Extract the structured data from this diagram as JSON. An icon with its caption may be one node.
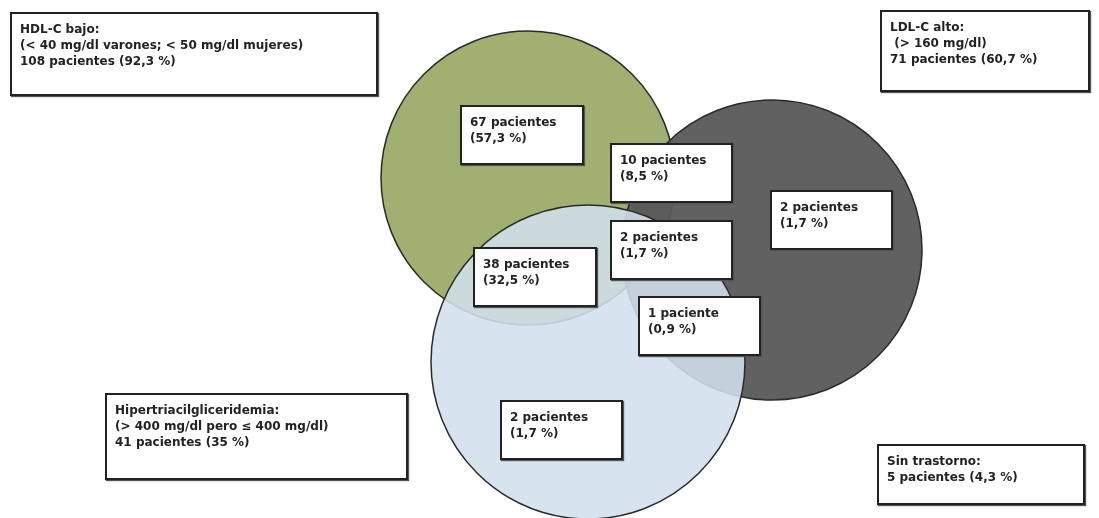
{
  "diagram": {
    "nodes": [
      {
        "text": [
          "HDL-C bajo:",
          "(< 40 mg/dl varones; < 50 mg/dl mujeres)",
          "108 pacientes (92,3 %)"
        ]
      },
      {
        "text": [
          "LDL-C alto:",
          " (> 160 mg/dl)",
          "71 pacientes (60,7 %)"
        ]
      },
      {
        "text": [
          "67 pacientes",
          "(57,3 %)"
        ]
      },
      {
        "text": [
          "10 pacientes",
          "(8,5 %)"
        ]
      },
      {
        "text": [
          "2 pacientes",
          "(1,7 %)"
        ]
      },
      {
        "text": [
          "2 pacientes",
          "(1,7 %)"
        ]
      },
      {
        "text": [
          "38 pacientes",
          "(32,5 %)"
        ]
      },
      {
        "text": [
          "1 paciente",
          "(0,9 %)"
        ]
      },
      {
        "text": [
          "Hipertriacilgliceridemia:",
          "(> 400 mg/dl pero ≤ 400 mg/dl)",
          "41 pacientes (35 %)"
        ]
      },
      {
        "text": [
          "2 pacientes",
          "(1,7 %)"
        ]
      },
      {
        "text": [
          "Sin trastorno:",
          "5 pacientes (4,3 %)"
        ]
      }
    ]
  }
}
